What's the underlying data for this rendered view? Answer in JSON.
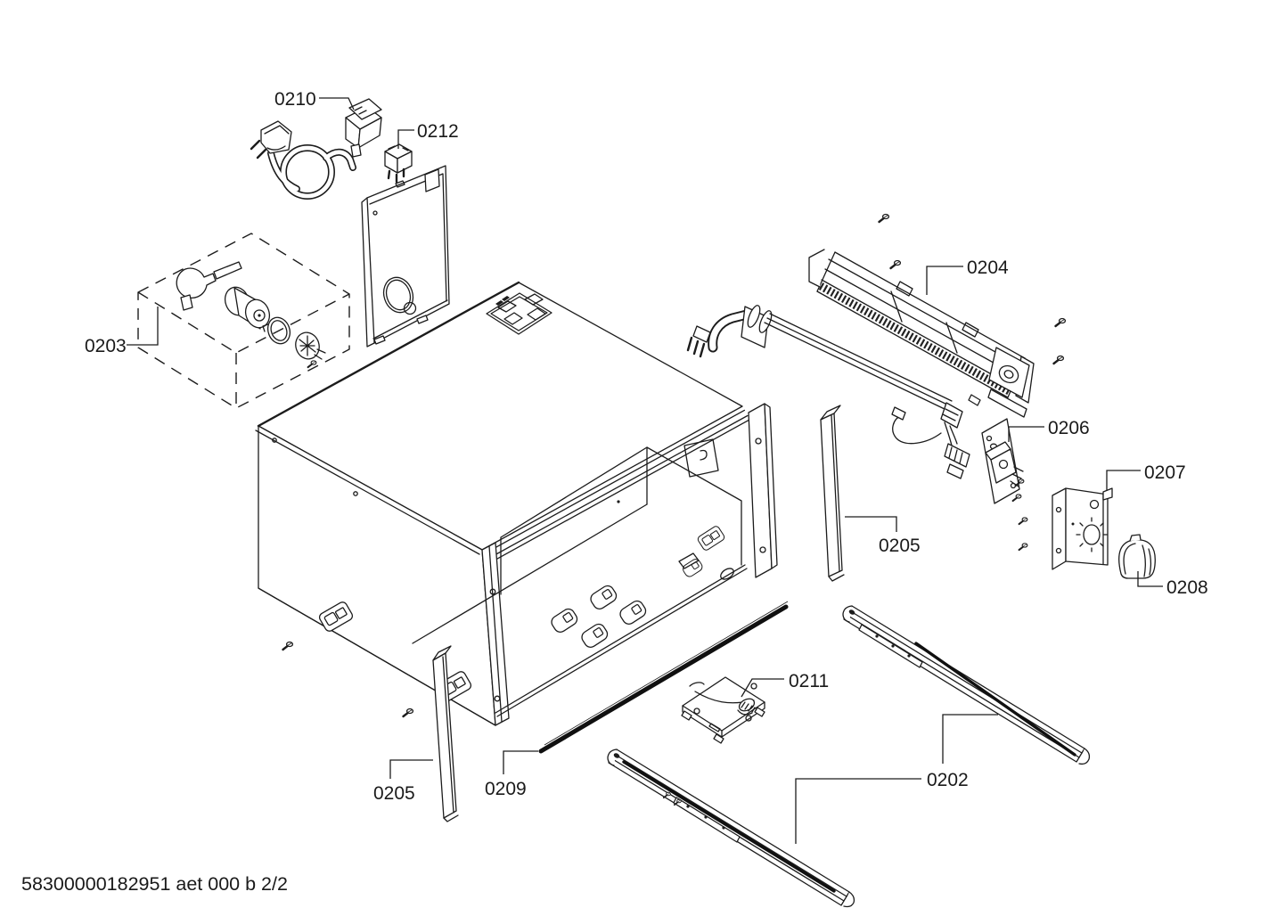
{
  "page": {
    "background": "#ffffff",
    "line_color": "#1c1c1c"
  },
  "footer": {
    "document_id": "58300000182951 aet 000 b 2/2"
  },
  "callouts": {
    "c0202": {
      "label": "0202"
    },
    "c0203": {
      "label": "0203"
    },
    "c0204": {
      "label": "0204"
    },
    "c0205_left": {
      "label": "0205"
    },
    "c0205_right": {
      "label": "0205"
    },
    "c0206": {
      "label": "0206"
    },
    "c0207": {
      "label": "0207"
    },
    "c0208": {
      "label": "0208"
    },
    "c0209": {
      "label": "0209"
    },
    "c0210": {
      "label": "0210"
    },
    "c0211": {
      "label": "0211"
    },
    "c0212": {
      "label": "0212"
    }
  }
}
